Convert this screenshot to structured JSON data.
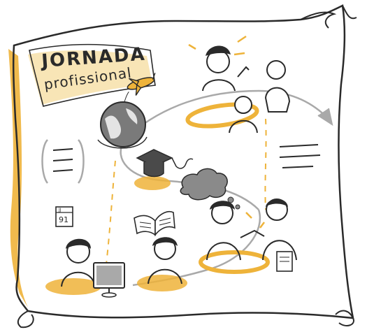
{
  "title": {
    "line1": "JORNADA",
    "line2": "profissional"
  },
  "calendar": {
    "month": "JJ",
    "day": "91"
  },
  "colors": {
    "ink": "#2a2a2a",
    "accent": "#eeb33a",
    "accent_light": "#f3cf7a",
    "path_gray": "#a9a9a9",
    "cloud_gray": "#8a8a8a",
    "paper": "#ffffff"
  },
  "icons": [
    "airplane-icon",
    "globe-icon",
    "graduation-cap-icon",
    "thought-cloud-icon",
    "open-book-icon",
    "calendar-icon",
    "computer-monitor-icon",
    "notebook-icon",
    "path-arrow-icon",
    "list-lines-icon"
  ]
}
